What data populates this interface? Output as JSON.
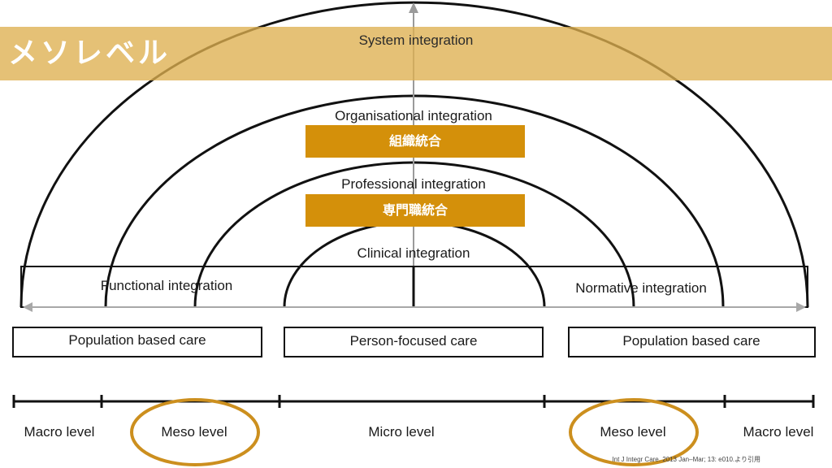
{
  "header": {
    "title": "メソレベル",
    "system_integration": "System integration"
  },
  "arcs": {
    "organisational": "Organisational integration",
    "organisational_jp": "組織統合",
    "professional": "Professional integration",
    "professional_jp": "専門職統合",
    "clinical": "Clinical integration"
  },
  "integration_row": {
    "functional": "Functional integration",
    "normative": "Normative integration"
  },
  "care_boxes": {
    "left": "Population based care",
    "center": "Person-focused care",
    "right": "Population based care"
  },
  "levels": {
    "macro_left": "Macro level",
    "meso_left": "Meso level",
    "micro": "Micro level",
    "meso_right": "Meso level",
    "macro_right": "Macro level"
  },
  "citation": "Int J Integr Care. 2013 Jan–Mar; 13: e010.より引用",
  "colors": {
    "banner": "#deb04f",
    "label_box": "#d4900a",
    "highlight_circle": "#cc8f1e"
  }
}
